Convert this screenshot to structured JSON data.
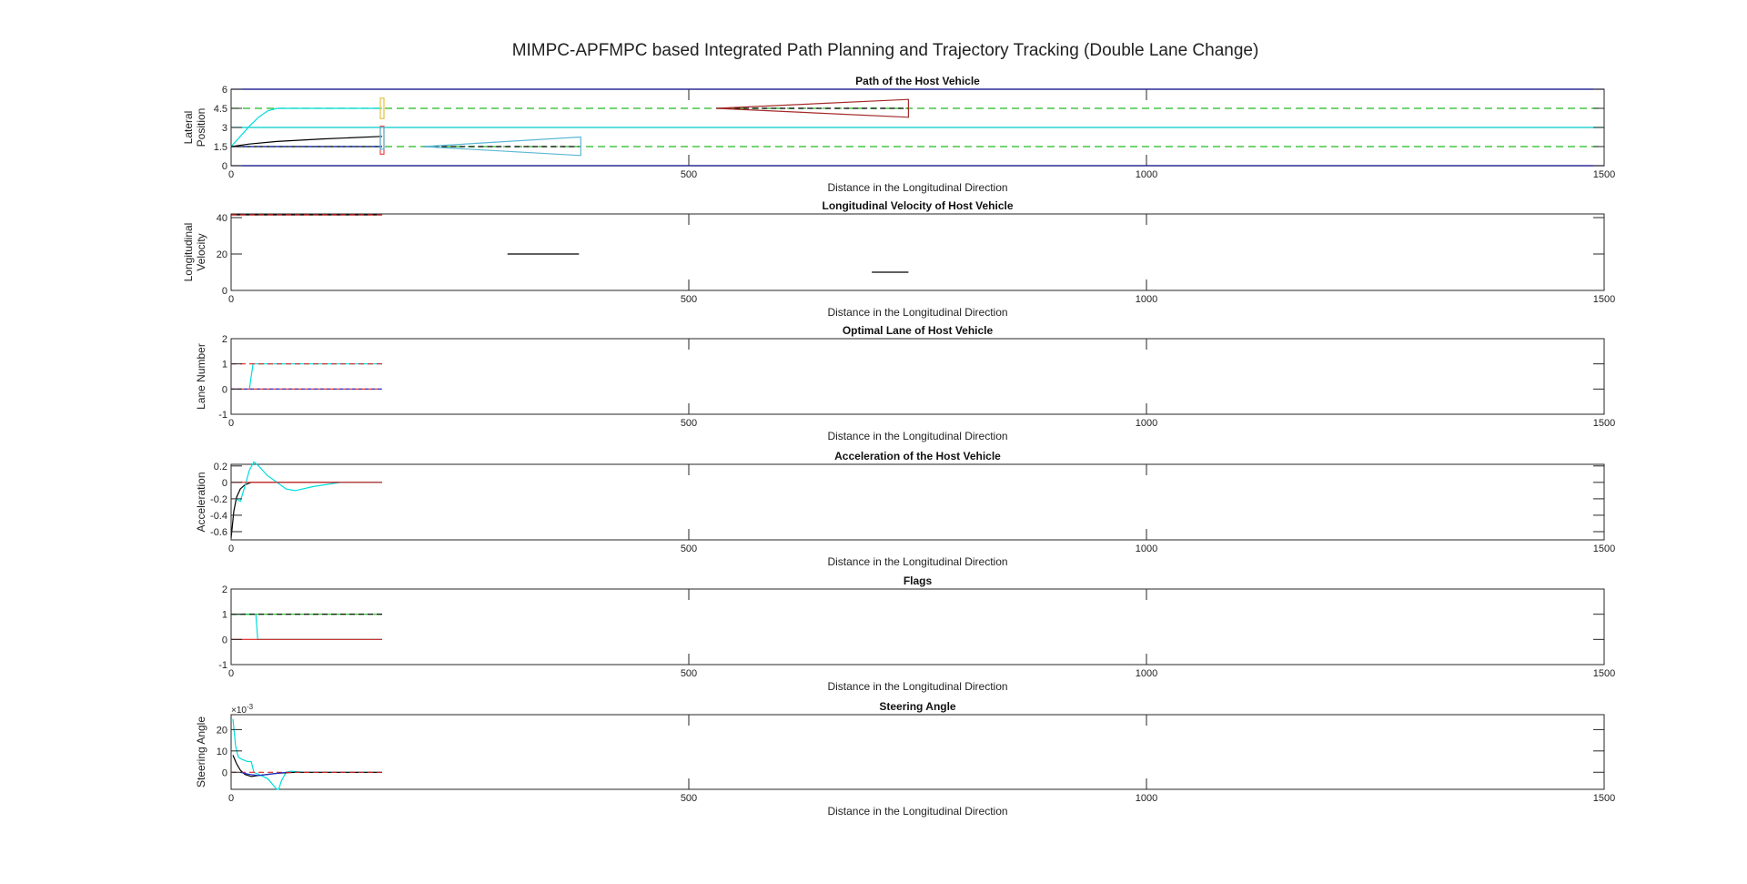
{
  "window": {
    "title": "MIMPC-APFMPC based Integrated Path Planning and Trajectory Tracking (Double Lane Change)"
  },
  "chart_data": [
    {
      "type": "line",
      "title": "Path of the Host Vehicle",
      "xlabel": "Distance in the Longitudinal Direction",
      "ylabel": [
        "Lateral",
        "Position"
      ],
      "xlim": [
        0,
        1500
      ],
      "ylim": [
        0,
        6
      ],
      "xticks": [
        0,
        500,
        1000,
        1500
      ],
      "xtick_labels": [
        "0",
        "500",
        "1000",
        "1500"
      ],
      "yticks": [
        0,
        1.5,
        3,
        4.5,
        6
      ],
      "ytick_labels": [
        "0",
        "1.5",
        "3",
        "4.5",
        "6"
      ],
      "series": [
        {
          "color": "#000080",
          "dash": "",
          "x": [
            0,
            1500
          ],
          "y": [
            0,
            0
          ]
        },
        {
          "color": "#000080",
          "dash": "",
          "x": [
            0,
            1500
          ],
          "y": [
            6,
            6
          ]
        },
        {
          "color": "#00cccc",
          "dash": "",
          "x": [
            0,
            1500
          ],
          "y": [
            3,
            3
          ]
        },
        {
          "color": "#22bb22",
          "dash": "8,5",
          "x": [
            0,
            1500
          ],
          "y": [
            1.5,
            1.5
          ]
        },
        {
          "color": "#22bb22",
          "dash": "8,5",
          "x": [
            0,
            1500
          ],
          "y": [
            4.5,
            4.5
          ]
        },
        {
          "color": "#00dddd",
          "dash": "",
          "x": [
            0,
            10,
            20,
            30,
            40,
            50,
            60,
            165
          ],
          "y": [
            1.5,
            2.3,
            3.1,
            3.8,
            4.3,
            4.5,
            4.5,
            4.5
          ]
        },
        {
          "color": "#000000",
          "dash": "",
          "x": [
            0,
            20,
            50,
            100,
            165
          ],
          "y": [
            1.5,
            1.7,
            1.9,
            2.1,
            2.3
          ]
        },
        {
          "color": "#000000",
          "dash": "",
          "x": [
            0,
            165
          ],
          "y": [
            1.5,
            1.5
          ]
        },
        {
          "color": "#2233cc",
          "dash": "4,3",
          "x": [
            0,
            165
          ],
          "y": [
            1.5,
            1.5
          ]
        },
        {
          "color": "#000000",
          "dash": "6,4",
          "x": [
            210,
            380
          ],
          "y": [
            1.5,
            1.5
          ]
        },
        {
          "color": "#000000",
          "dash": "6,4",
          "x": [
            530,
            740
          ],
          "y": [
            4.5,
            4.5
          ]
        }
      ],
      "polygons": [
        {
          "color": "#5bb7d5",
          "x": [
            210,
            382,
            382
          ],
          "y": [
            1.5,
            2.25,
            0.8
          ]
        },
        {
          "color": "#a52a2a",
          "x": [
            530,
            740,
            740
          ],
          "y": [
            4.5,
            5.2,
            3.8
          ]
        }
      ],
      "rects": [
        {
          "color": "#e6c23c",
          "x": 165,
          "y0": 3.7,
          "y1": 5.3
        },
        {
          "color": "#e84a4a",
          "x": 165,
          "y0": 0.9,
          "y1": 3.1
        },
        {
          "color": "#5bb7d5",
          "x": 165,
          "y0": 1.3,
          "y1": 3.0
        }
      ]
    },
    {
      "type": "line",
      "title": "Longitudinal Velocity of Host Vehicle",
      "xlabel": "Distance in the Longitudinal Direction",
      "ylabel": [
        "Longitudinal",
        "Velocity"
      ],
      "xlim": [
        0,
        1500
      ],
      "ylim": [
        0,
        42
      ],
      "xticks": [
        0,
        500,
        1000,
        1500
      ],
      "xtick_labels": [
        "0",
        "500",
        "1000",
        "1500"
      ],
      "yticks": [
        0,
        20,
        40
      ],
      "ytick_labels": [
        "0",
        "20",
        "40"
      ],
      "series": [
        {
          "color": "#000000",
          "dash": "",
          "x": [
            0,
            165
          ],
          "y": [
            41.5,
            41.5
          ]
        },
        {
          "color": "#dd2222",
          "dash": "6,4",
          "x": [
            0,
            165
          ],
          "y": [
            41.5,
            41.5
          ]
        },
        {
          "color": "#000000",
          "dash": "",
          "x": [
            302,
            380
          ],
          "y": [
            20,
            20
          ]
        },
        {
          "color": "#000000",
          "dash": "",
          "x": [
            700,
            740
          ],
          "y": [
            10,
            10
          ]
        }
      ]
    },
    {
      "type": "line",
      "title": "Optimal Lane of Host Vehicle",
      "xlabel": "Distance in the Longitudinal Direction",
      "ylabel": [
        "Lane Number"
      ],
      "xlim": [
        0,
        1500
      ],
      "ylim": [
        -1,
        2
      ],
      "xticks": [
        0,
        500,
        1000,
        1500
      ],
      "xtick_labels": [
        "0",
        "500",
        "1000",
        "1500"
      ],
      "yticks": [
        -1,
        0,
        1,
        2
      ],
      "ytick_labels": [
        "-1",
        "0",
        "1",
        "2"
      ],
      "series": [
        {
          "color": "#00dddd",
          "dash": "",
          "x": [
            20,
            24,
            28,
            165
          ],
          "y": [
            0,
            1,
            1,
            1
          ]
        },
        {
          "color": "#dd2222",
          "dash": "6,4",
          "x": [
            0,
            165
          ],
          "y": [
            1,
            1
          ]
        },
        {
          "color": "#dd2222",
          "dash": "",
          "x": [
            0,
            165
          ],
          "y": [
            0,
            0
          ]
        },
        {
          "color": "#2233cc",
          "dash": "4,3",
          "x": [
            0,
            165
          ],
          "y": [
            0,
            0
          ]
        }
      ]
    },
    {
      "type": "line",
      "title": "Acceleration of the Host Vehicle",
      "xlabel": "Distance in the Longitudinal Direction",
      "ylabel": [
        "Acceleration"
      ],
      "xlim": [
        0,
        1500
      ],
      "ylim": [
        -0.7,
        0.22
      ],
      "xticks": [
        0,
        500,
        1000,
        1500
      ],
      "xtick_labels": [
        "0",
        "500",
        "1000",
        "1500"
      ],
      "yticks": [
        -0.6,
        -0.4,
        -0.2,
        0,
        0.2
      ],
      "ytick_labels": [
        "-0.6",
        "-0.4",
        "-0.2",
        "0",
        "0.2"
      ],
      "series": [
        {
          "color": "#000000",
          "dash": "",
          "x": [
            0,
            3,
            6,
            10,
            15,
            22,
            165
          ],
          "y": [
            -0.68,
            -0.35,
            -0.18,
            -0.08,
            -0.03,
            0,
            0
          ]
        },
        {
          "color": "#00dddd",
          "dash": "",
          "x": [
            5,
            10,
            15,
            20,
            25,
            30,
            40,
            50,
            60,
            70,
            90,
            120,
            165
          ],
          "y": [
            -0.2,
            -0.23,
            -0.05,
            0.15,
            0.25,
            0.2,
            0.08,
            0,
            -0.08,
            -0.1,
            -0.05,
            0,
            0
          ]
        },
        {
          "color": "#dd2222",
          "dash": "",
          "x": [
            0,
            165
          ],
          "y": [
            0,
            0
          ]
        }
      ]
    },
    {
      "type": "line",
      "title": "Flags",
      "xlabel": "Distance in the Longitudinal Direction",
      "ylabel": [],
      "xlim": [
        0,
        1500
      ],
      "ylim": [
        -1,
        2
      ],
      "xticks": [
        0,
        500,
        1000,
        1500
      ],
      "xtick_labels": [
        "0",
        "500",
        "1000",
        "1500"
      ],
      "yticks": [
        -1,
        0,
        1,
        2
      ],
      "ytick_labels": [
        "-1",
        "0",
        "1",
        "2"
      ],
      "series": [
        {
          "color": "#00dddd",
          "dash": "",
          "x": [
            0,
            27,
            29,
            165
          ],
          "y": [
            1,
            1,
            0,
            0
          ]
        },
        {
          "color": "#22bb22",
          "dash": "",
          "x": [
            0,
            165
          ],
          "y": [
            1,
            1
          ]
        },
        {
          "color": "#000000",
          "dash": "6,4",
          "x": [
            0,
            165
          ],
          "y": [
            1,
            1
          ]
        },
        {
          "color": "#dd2222",
          "dash": "",
          "x": [
            0,
            165
          ],
          "y": [
            0,
            0
          ]
        }
      ]
    },
    {
      "type": "line",
      "title": "Steering Angle",
      "xlabel": "Distance in the Longitudinal Direction",
      "ylabel": [
        "Steering Angle"
      ],
      "exponent": "×10",
      "exponent_power": "-3",
      "xlim": [
        0,
        1500
      ],
      "ylim": [
        -8,
        27
      ],
      "xticks": [
        0,
        500,
        1000,
        1500
      ],
      "xtick_labels": [
        "0",
        "500",
        "1000",
        "1500"
      ],
      "yticks": [
        0,
        10,
        20
      ],
      "ytick_labels": [
        "0",
        "10",
        "20"
      ],
      "series": [
        {
          "color": "#00dddd",
          "dash": "",
          "x": [
            2,
            5,
            8,
            12,
            18,
            22,
            25,
            30,
            40,
            50,
            52,
            55,
            60,
            65,
            80,
            165
          ],
          "y": [
            25,
            12,
            7,
            6,
            5,
            5,
            0,
            -1,
            -3,
            -8,
            -8,
            -4,
            0,
            0.5,
            0,
            0
          ]
        },
        {
          "color": "#000000",
          "dash": "",
          "x": [
            2,
            6,
            10,
            15,
            22,
            30,
            40,
            50,
            70,
            165
          ],
          "y": [
            8,
            4,
            1,
            -1,
            -2,
            -1.5,
            -1,
            -0.5,
            0,
            0
          ]
        },
        {
          "color": "#dd2222",
          "dash": "6,4",
          "x": [
            0,
            165
          ],
          "y": [
            0,
            0
          ]
        },
        {
          "color": "#2233cc",
          "dash": "",
          "x": [
            10,
            20,
            30,
            40,
            60
          ],
          "y": [
            0,
            -1,
            -1.5,
            -1,
            0
          ]
        }
      ]
    }
  ]
}
